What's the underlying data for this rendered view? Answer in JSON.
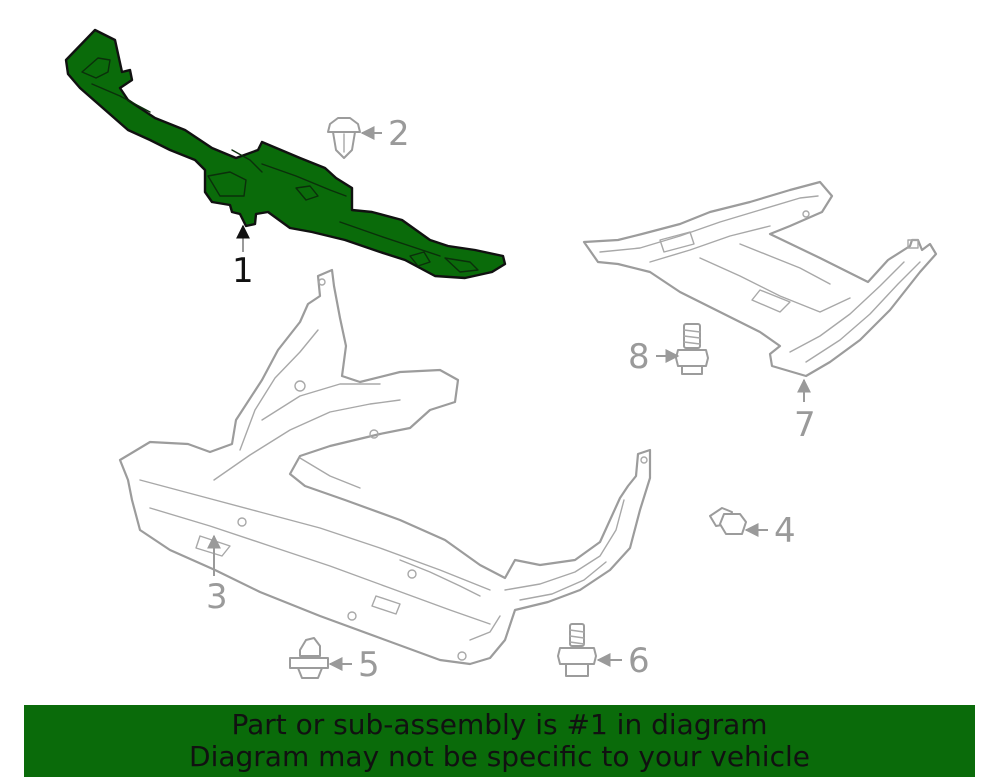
{
  "diagram": {
    "callouts": [
      {
        "id": "1",
        "label": "1",
        "highlighted": true
      },
      {
        "id": "2",
        "label": "2"
      },
      {
        "id": "3",
        "label": "3"
      },
      {
        "id": "4",
        "label": "4"
      },
      {
        "id": "5",
        "label": "5"
      },
      {
        "id": "6",
        "label": "6"
      },
      {
        "id": "7",
        "label": "7"
      },
      {
        "id": "8",
        "label": "8"
      }
    ],
    "highlight_color": "#0a6b0a",
    "outline_color": "#9c9c9c"
  },
  "banner": {
    "line1": "Part or sub-assembly is #1 in diagram",
    "line2": "Diagram may not be specific to your vehicle",
    "background": "#0a6b0a"
  }
}
